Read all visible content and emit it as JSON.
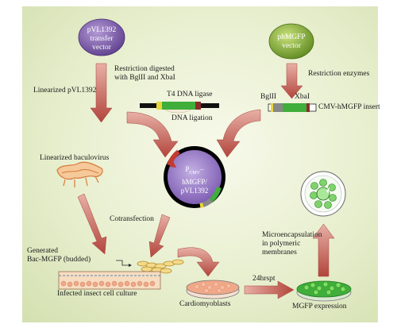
{
  "nodes": {
    "pvl1392": {
      "line1": "pVL1392",
      "line2": "transfer",
      "line3": "vector"
    },
    "phmgfp": {
      "line1": "phMGFP",
      "line2": "vector"
    },
    "plasmid": {
      "line1": "P",
      "line1_sub": "CMV",
      "line1_suffix": "–",
      "line2": "hMGFP/",
      "line3": "pVL1392"
    }
  },
  "labels": {
    "restriction_digest_1": "Restriction digested",
    "restriction_digest_2": "with BglII and XbaI",
    "restriction_enzymes": "Restriction enzymes",
    "linearized_pvl": "Linearized pVL1392",
    "t4_ligase": "T4 DNA ligase",
    "dna_ligation": "DNA ligation",
    "bglii": "BglII",
    "xbai": "XbaI",
    "insert": "CMV-hMGFP insert",
    "linearized_baculo": "Linearized baculovirus",
    "cotransfection": "Cotransfection",
    "generated_1": "Generated",
    "generated_2": "Bac-MGFP (budded)",
    "infected_culture": "Infected insect cell culture",
    "cardiomyoblasts": "Cardiomyoblasts",
    "hrspt": "24hrspt",
    "mgfp_expression": "MGFP expression",
    "microencap_1": "Microencapsulation",
    "microencap_2": "in polymeric",
    "microencap_3": "membranes"
  },
  "colors": {
    "purple_node": "#7a5aa8",
    "green_node": "#7ea832",
    "arrow": "#c45a50",
    "gfp_green": "#3fae3a",
    "yellow_band": "#e8d73a",
    "cells": "#f0a888"
  }
}
